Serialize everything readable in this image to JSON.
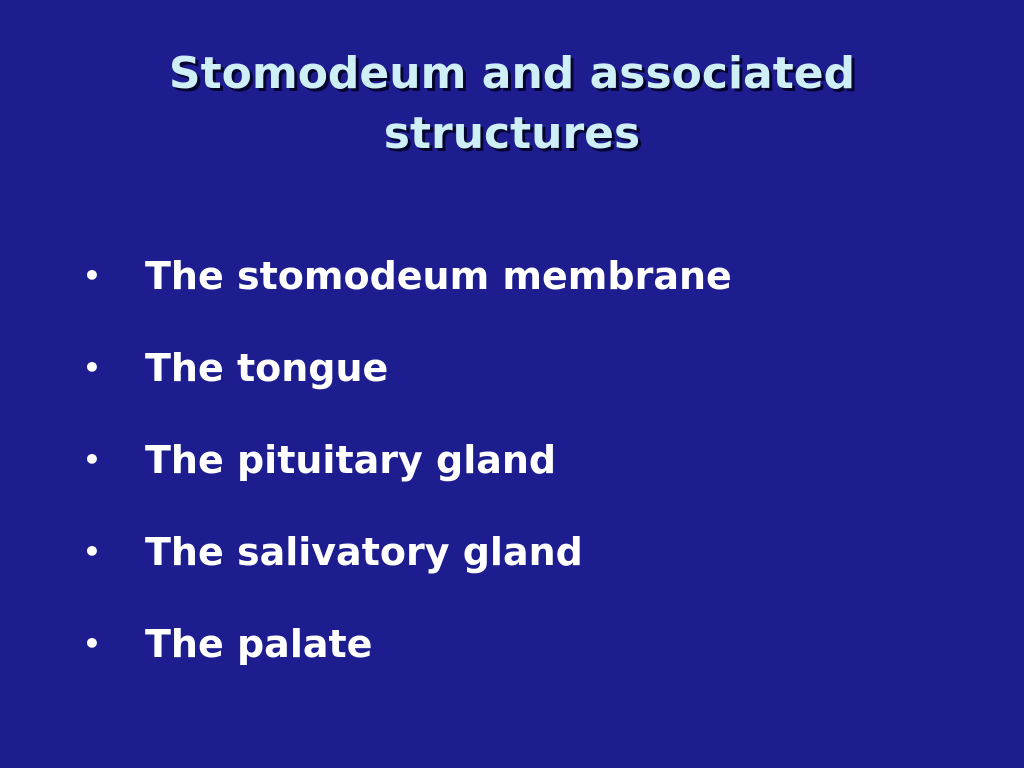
{
  "slide": {
    "title_lines": [
      "Stomodeum and associated",
      "structures"
    ],
    "bullet_symbol": "•",
    "bullets": [
      "The stomodeum membrane",
      "The tongue",
      "The pituitary gland",
      "The salivatory gland",
      "The palate"
    ]
  },
  "colors": {
    "background": "#1d1d90",
    "title": "#cfeff7",
    "title_shadow": "#050530",
    "body_text": "#ffffff"
  }
}
